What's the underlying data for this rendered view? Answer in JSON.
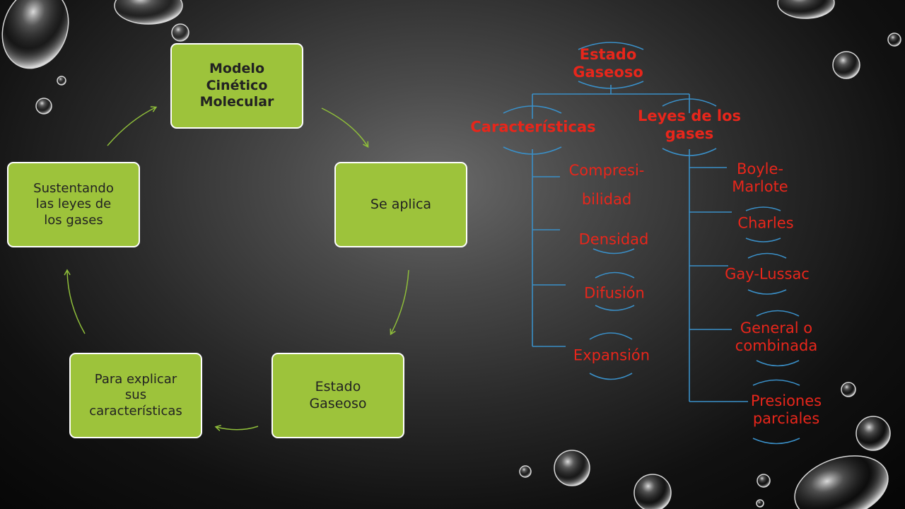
{
  "cycle": {
    "nodes": [
      {
        "id": "modelo",
        "label": "Modelo\nCinético\nMolecular"
      },
      {
        "id": "aplica",
        "label": "Se aplica"
      },
      {
        "id": "estado",
        "label": "Estado\nGaseoso"
      },
      {
        "id": "explicar",
        "label": "Para explicar\nsus\ncaracterísticas"
      },
      {
        "id": "sustentando",
        "label": "Sustentando\nlas leyes de\nlos gases"
      }
    ]
  },
  "tree": {
    "root": "Estado\nGaseoso",
    "branches": [
      {
        "label": "Características",
        "children": [
          "Compresi-\nbilidad",
          "Densidad",
          "Difusión",
          "Expansión"
        ]
      },
      {
        "label": "Leyes de los\ngases",
        "children": [
          "Boyle-\nMarlote",
          "Charles",
          "Gay-Lussac",
          "General o\ncombinada",
          "Presiones\nparciales"
        ]
      }
    ]
  },
  "colors": {
    "box_fill": "#9dc33b",
    "arrow": "#8fbe3a",
    "tree_line": "#3a8fc7",
    "tree_text": "#e8261b"
  }
}
